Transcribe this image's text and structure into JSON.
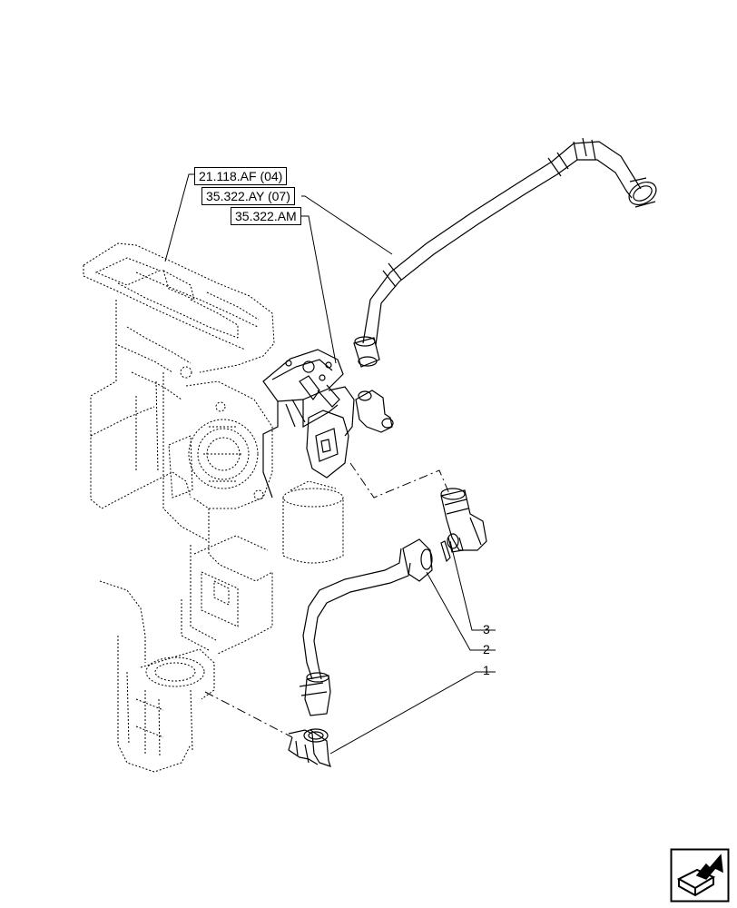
{
  "references": [
    {
      "label": "21.118.AF (04)"
    },
    {
      "label": "35.322.AY (07)"
    },
    {
      "label": "35.322.AM"
    }
  ],
  "callouts": [
    {
      "number": "1"
    },
    {
      "number": "2"
    },
    {
      "number": "3"
    }
  ],
  "icons": {
    "nav": "next-page-arrow-icon"
  }
}
